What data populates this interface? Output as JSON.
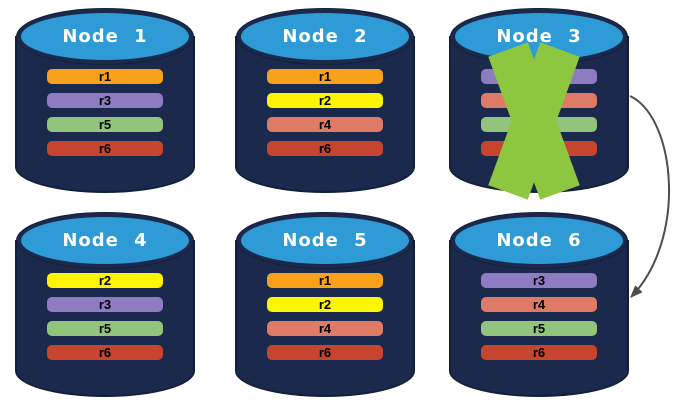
{
  "diagram": {
    "description": "replicated-database-node-failure-diagram",
    "background": "#ffffff",
    "colors": {
      "node_body": "#1B2A4C",
      "node_outline": "#131F3A",
      "node_top": "#2E9BD6",
      "title_text": "#FFFFFF",
      "bar_text": "#000000",
      "failure_cross": "#8DC63F",
      "arrow": "#4D4D4D",
      "replicas": {
        "r1": "#F9A11B",
        "r2": "#FCF402",
        "r3": "#8E7CC3",
        "r4": "#DF7A66",
        "r5": "#93C47D",
        "r6": "#C7452E"
      }
    },
    "nodes": [
      {
        "id": "node-1",
        "title": "Node 1",
        "row": 0,
        "col": 0,
        "failed": false,
        "replicas": [
          "r1",
          "r3",
          "r5",
          "r6"
        ]
      },
      {
        "id": "node-2",
        "title": "Node 2",
        "row": 0,
        "col": 1,
        "failed": false,
        "replicas": [
          "r1",
          "r2",
          "r4",
          "r6"
        ]
      },
      {
        "id": "node-3",
        "title": "Node 3",
        "row": 0,
        "col": 2,
        "failed": true,
        "replicas": [
          "r3",
          "r4",
          "r5",
          "r6"
        ]
      },
      {
        "id": "node-4",
        "title": "Node 4",
        "row": 1,
        "col": 0,
        "failed": false,
        "replicas": [
          "r2",
          "r3",
          "r5",
          "r6"
        ]
      },
      {
        "id": "node-5",
        "title": "Node 5",
        "row": 1,
        "col": 1,
        "failed": false,
        "replicas": [
          "r1",
          "r2",
          "r4",
          "r6"
        ]
      },
      {
        "id": "node-6",
        "title": "Node 6",
        "row": 1,
        "col": 2,
        "failed": false,
        "replicas": [
          "r3",
          "r4",
          "r5",
          "r6"
        ]
      }
    ],
    "failover_arrow": {
      "from": "node-3",
      "to": "node-6"
    }
  }
}
